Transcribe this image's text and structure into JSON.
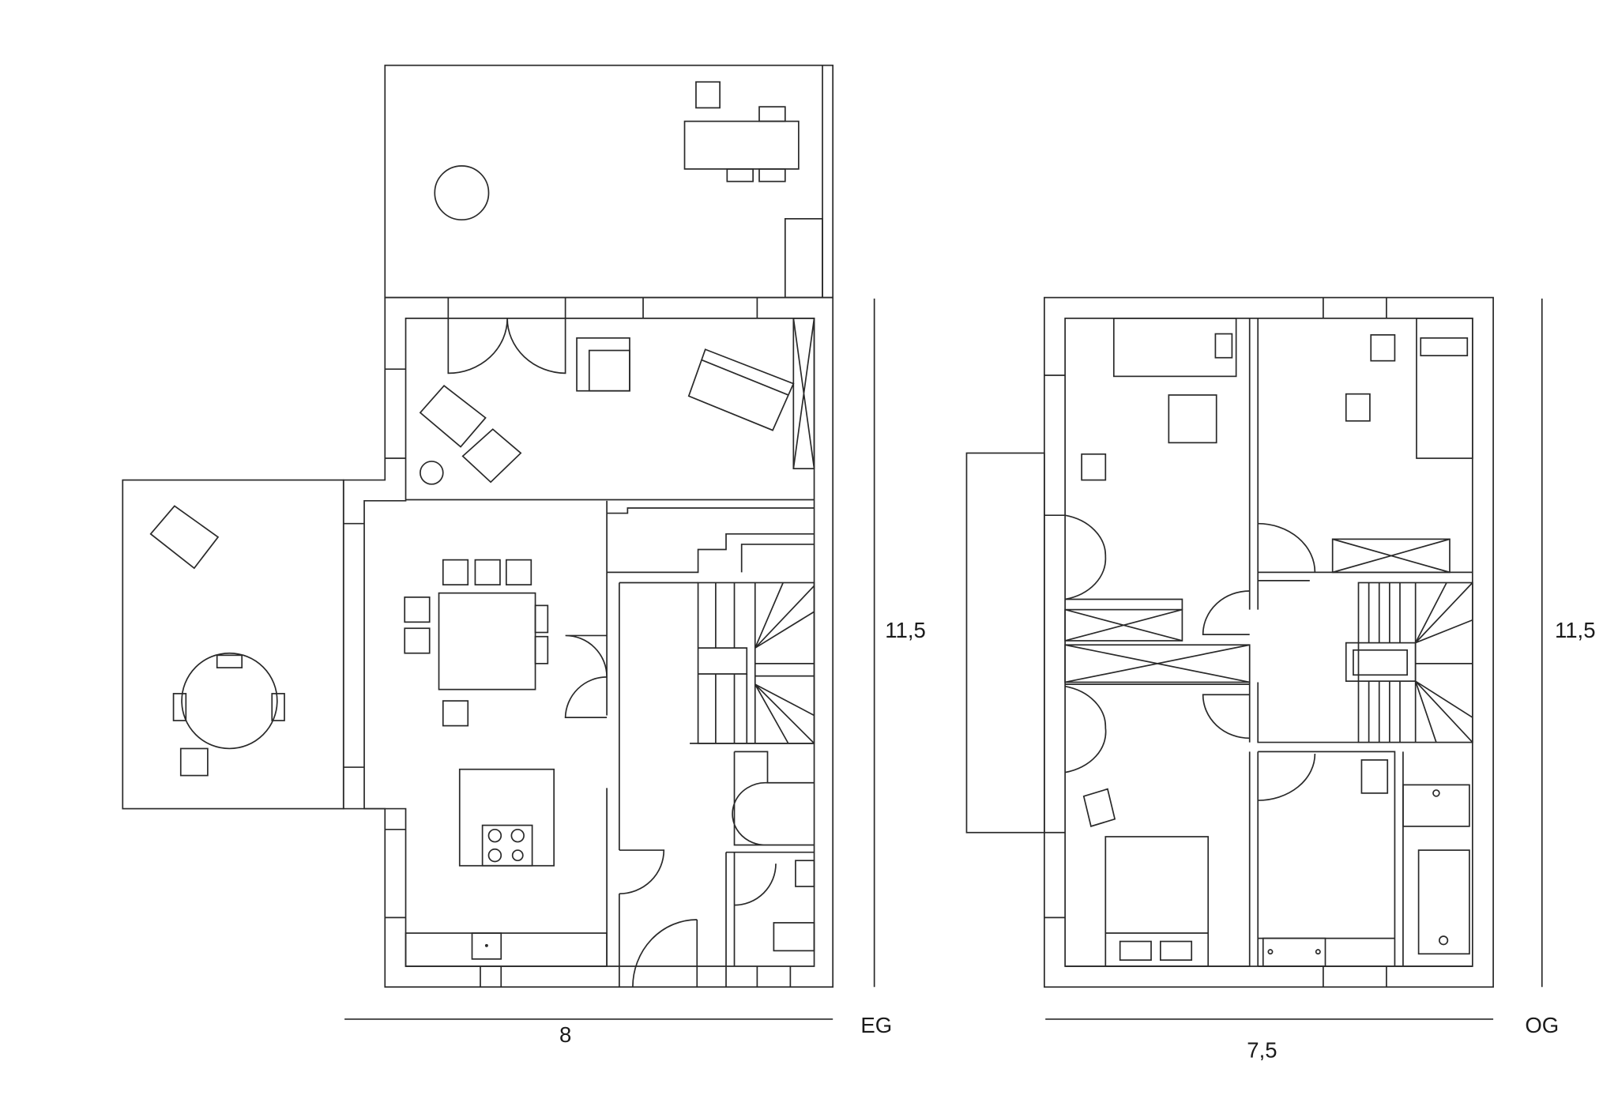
{
  "plans": [
    {
      "id": "EG",
      "label": "EG",
      "width_label": "8",
      "depth_label": "11,5"
    },
    {
      "id": "OG",
      "label": "OG",
      "width_label": "7,5",
      "depth_label": "11,5"
    }
  ],
  "colors": {
    "line": "#2a2a2a",
    "background": "#ffffff"
  }
}
